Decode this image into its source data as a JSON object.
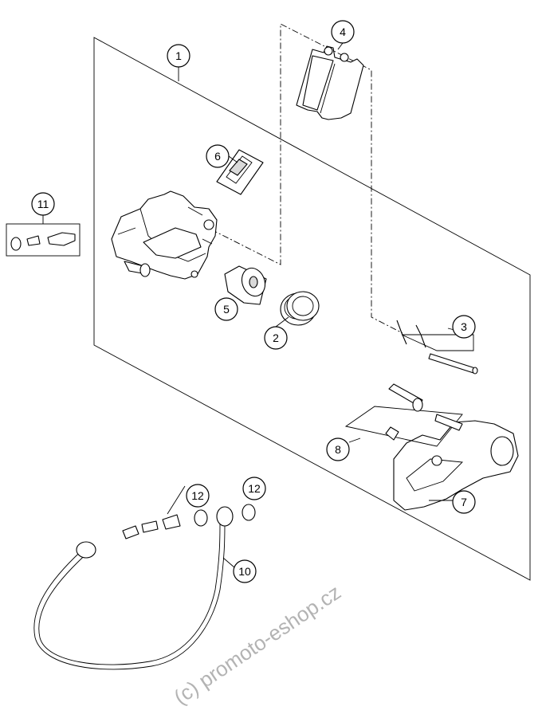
{
  "callouts": [
    {
      "id": "1",
      "label": "1"
    },
    {
      "id": "2",
      "label": "2"
    },
    {
      "id": "3",
      "label": "3"
    },
    {
      "id": "4",
      "label": "4"
    },
    {
      "id": "5",
      "label": "5"
    },
    {
      "id": "6",
      "label": "6"
    },
    {
      "id": "7",
      "label": "7"
    },
    {
      "id": "8",
      "label": "8"
    },
    {
      "id": "10",
      "label": "10"
    },
    {
      "id": "11",
      "label": "11"
    },
    {
      "id": "12a",
      "label": "12"
    },
    {
      "id": "12b",
      "label": "12"
    }
  ],
  "watermark": "(c) promoto-eshop.cz"
}
